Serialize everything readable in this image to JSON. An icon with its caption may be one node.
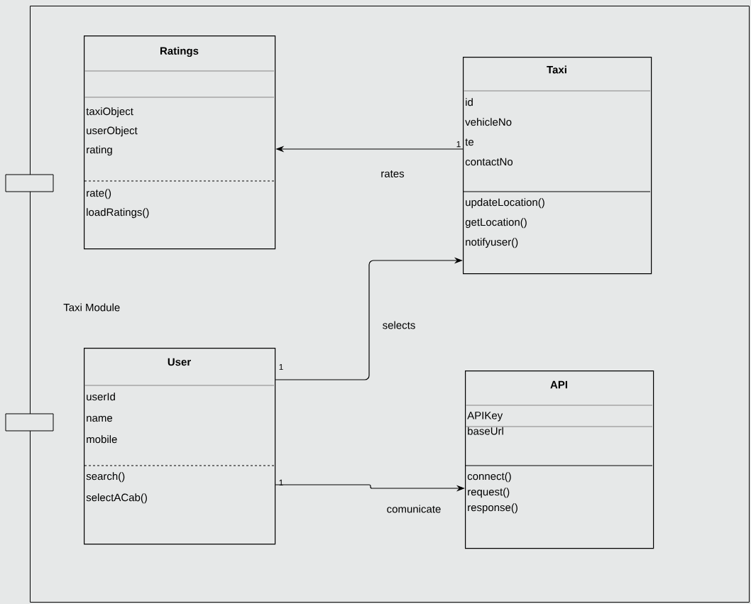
{
  "diagram": {
    "nodes": [
      {
        "text": [
          "Taxi Module"
        ]
      },
      {
        "text": [
          "Ratings",
          "taxiObject userObject rating",
          "rate() loadRatings()"
        ],
        "in": 0
      },
      {
        "text": [
          "Taxi",
          "id vehicleNo te contactNo",
          "updateLocation() getLocation() notifyuser()"
        ],
        "in": 0
      },
      {
        "text": [
          "User",
          "userId name mobile",
          "search() selectACab()"
        ],
        "in": 0
      },
      {
        "text": [
          "API",
          "APIKey baseUrl",
          "connect() request() response()"
        ],
        "in": 0
      }
    ],
    "edges": [
      {
        "from": 2,
        "to": 1,
        "arrow": "to",
        "label": "rates"
      },
      {
        "from": 3,
        "to": 2,
        "arrow": "to",
        "label": "selects"
      },
      {
        "from": 3,
        "to": 4,
        "arrow": "to",
        "label": "comunicate"
      }
    ],
    "labels": [
      "1",
      "1",
      "1"
    ]
  }
}
